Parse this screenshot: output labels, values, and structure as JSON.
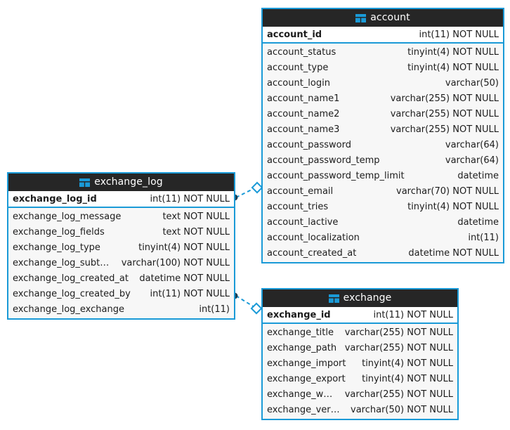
{
  "diagram": {
    "type": "entity-relationship-diagram",
    "notation": "crows-foot-dashed",
    "background_color": "#ffffff",
    "accent_color": "#1a9ad7",
    "header_color": "#262626",
    "header_text_color": "#ffffff",
    "row_background": "#f7f7f7",
    "pk_row_background": "#ffffff",
    "text_color": "#1c1c1c",
    "table_icon_name": "table-icon"
  },
  "entities": [
    {
      "id": "account",
      "name": "account",
      "primary_key": {
        "name": "account_id",
        "type": "int(11) NOT NULL"
      },
      "columns": [
        {
          "name": "account_status",
          "type": "tinyint(4) NOT NULL"
        },
        {
          "name": "account_type",
          "type": "tinyint(4) NOT NULL"
        },
        {
          "name": "account_login",
          "type": "varchar(50)"
        },
        {
          "name": "account_name1",
          "type": "varchar(255) NOT NULL"
        },
        {
          "name": "account_name2",
          "type": "varchar(255) NOT NULL"
        },
        {
          "name": "account_name3",
          "type": "varchar(255) NOT NULL"
        },
        {
          "name": "account_password",
          "type": "varchar(64)"
        },
        {
          "name": "account_password_temp",
          "type": "varchar(64)"
        },
        {
          "name": "account_password_temp_limit",
          "type": "datetime"
        },
        {
          "name": "account_email",
          "type": "varchar(70) NOT NULL"
        },
        {
          "name": "account_tries",
          "type": "tinyint(4) NOT NULL"
        },
        {
          "name": "account_lactive",
          "type": "datetime"
        },
        {
          "name": "account_localization",
          "type": "int(11)"
        },
        {
          "name": "account_created_at",
          "type": "datetime NOT NULL"
        }
      ]
    },
    {
      "id": "exchange_log",
      "name": "exchange_log",
      "primary_key": {
        "name": "exchange_log_id",
        "type": "int(11) NOT NULL"
      },
      "columns": [
        {
          "name": "exchange_log_message",
          "type": "text NOT NULL"
        },
        {
          "name": "exchange_log_fields",
          "type": "text NOT NULL"
        },
        {
          "name": "exchange_log_type",
          "type": "tinyint(4) NOT NULL"
        },
        {
          "name": "exchange_log_subtype",
          "type": "varchar(100) NOT NULL"
        },
        {
          "name": "exchange_log_created_at",
          "type": "datetime NOT NULL"
        },
        {
          "name": "exchange_log_created_by",
          "type": "int(11) NOT NULL"
        },
        {
          "name": "exchange_log_exchange",
          "type": "int(11)"
        }
      ]
    },
    {
      "id": "exchange",
      "name": "exchange",
      "primary_key": {
        "name": "exchange_id",
        "type": "int(11) NOT NULL"
      },
      "columns": [
        {
          "name": "exchange_title",
          "type": "varchar(255) NOT NULL"
        },
        {
          "name": "exchange_path",
          "type": "varchar(255) NOT NULL"
        },
        {
          "name": "exchange_import",
          "type": "tinyint(4) NOT NULL"
        },
        {
          "name": "exchange_export",
          "type": "tinyint(4) NOT NULL"
        },
        {
          "name": "exchange_website",
          "type": "varchar(255) NOT NULL"
        },
        {
          "name": "exchange_version",
          "type": "varchar(50) NOT NULL"
        }
      ]
    }
  ],
  "relationships": [
    {
      "id": "rel-log-account",
      "from_entity": "exchange_log",
      "from_column": "exchange_log_id",
      "to_entity": "account",
      "to_column": "account_created_at",
      "from_marker": "filled-dot",
      "to_marker": "hollow-diamond",
      "line_style": "dashed"
    },
    {
      "id": "rel-log-exchange",
      "from_entity": "exchange_log",
      "from_column": "exchange_log_created_by",
      "to_entity": "exchange",
      "to_column": "exchange_id",
      "from_marker": "filled-dot",
      "to_marker": "hollow-diamond",
      "line_style": "dashed"
    }
  ]
}
